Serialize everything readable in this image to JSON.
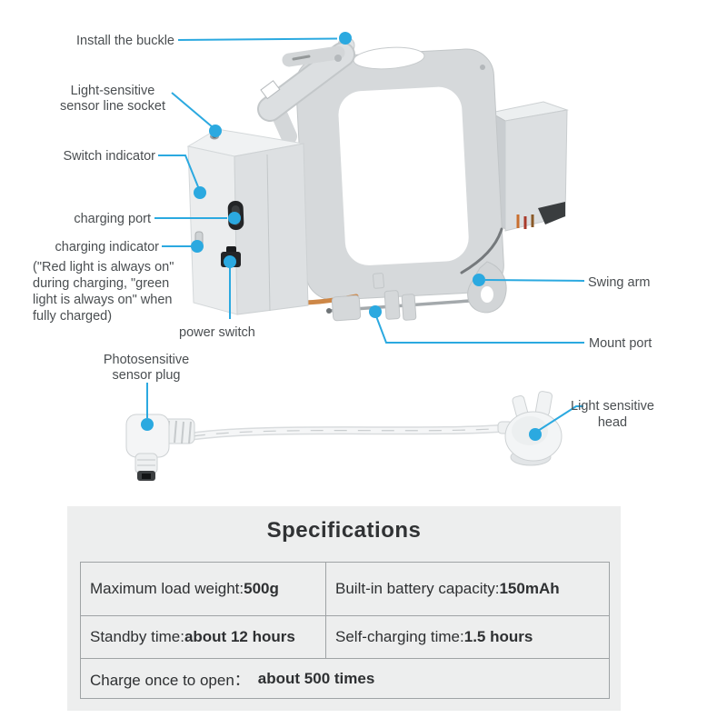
{
  "page": {
    "background": "#FFFFFF"
  },
  "colors": {
    "accent_blue": "#2BA9E0",
    "label_text": "#4A4E51",
    "spec_title_text": "#303234",
    "spec_cell_text": "#2E3032",
    "table_border": "#9FA3A5",
    "panel_background": "#EDEEEE",
    "device_gray": "#D6D9DB",
    "wire_orange": "#CD8747"
  },
  "callouts": {
    "install_buckle": {
      "label": "Install the buckle"
    },
    "light_sensor_socket": {
      "label": "Light-sensitive sensor line socket"
    },
    "switch_indicator": {
      "label": "Switch indicator"
    },
    "charging_port": {
      "label": "charging port"
    },
    "charging_indicator": {
      "label": "charging indicator"
    },
    "charging_note": {
      "label": "(\"Red light is always on\" during charging, \"green light is always on\" when fully charged)"
    },
    "power_switch": {
      "label": "power switch"
    },
    "photosensitive_plug": {
      "label": "Photosensitive sensor plug"
    },
    "swing_arm": {
      "label": "Swing arm"
    },
    "mount_port": {
      "label": "Mount port"
    },
    "light_sensitive_head": {
      "label": "Light sensitive head"
    }
  },
  "specifications": {
    "title": "Specifications",
    "max_load": {
      "label": "Maximum load weight: ",
      "value": "500g"
    },
    "battery": {
      "label": "Built-in battery capacity: ",
      "value": "150mAh"
    },
    "standby": {
      "label": "Standby time: ",
      "value": "about 12 hours"
    },
    "self_charging": {
      "label": "Self-charging time: ",
      "value": "1.5 hours"
    },
    "charge_cycles": {
      "label": "Charge once to open：",
      "value": "about 500 times"
    }
  }
}
